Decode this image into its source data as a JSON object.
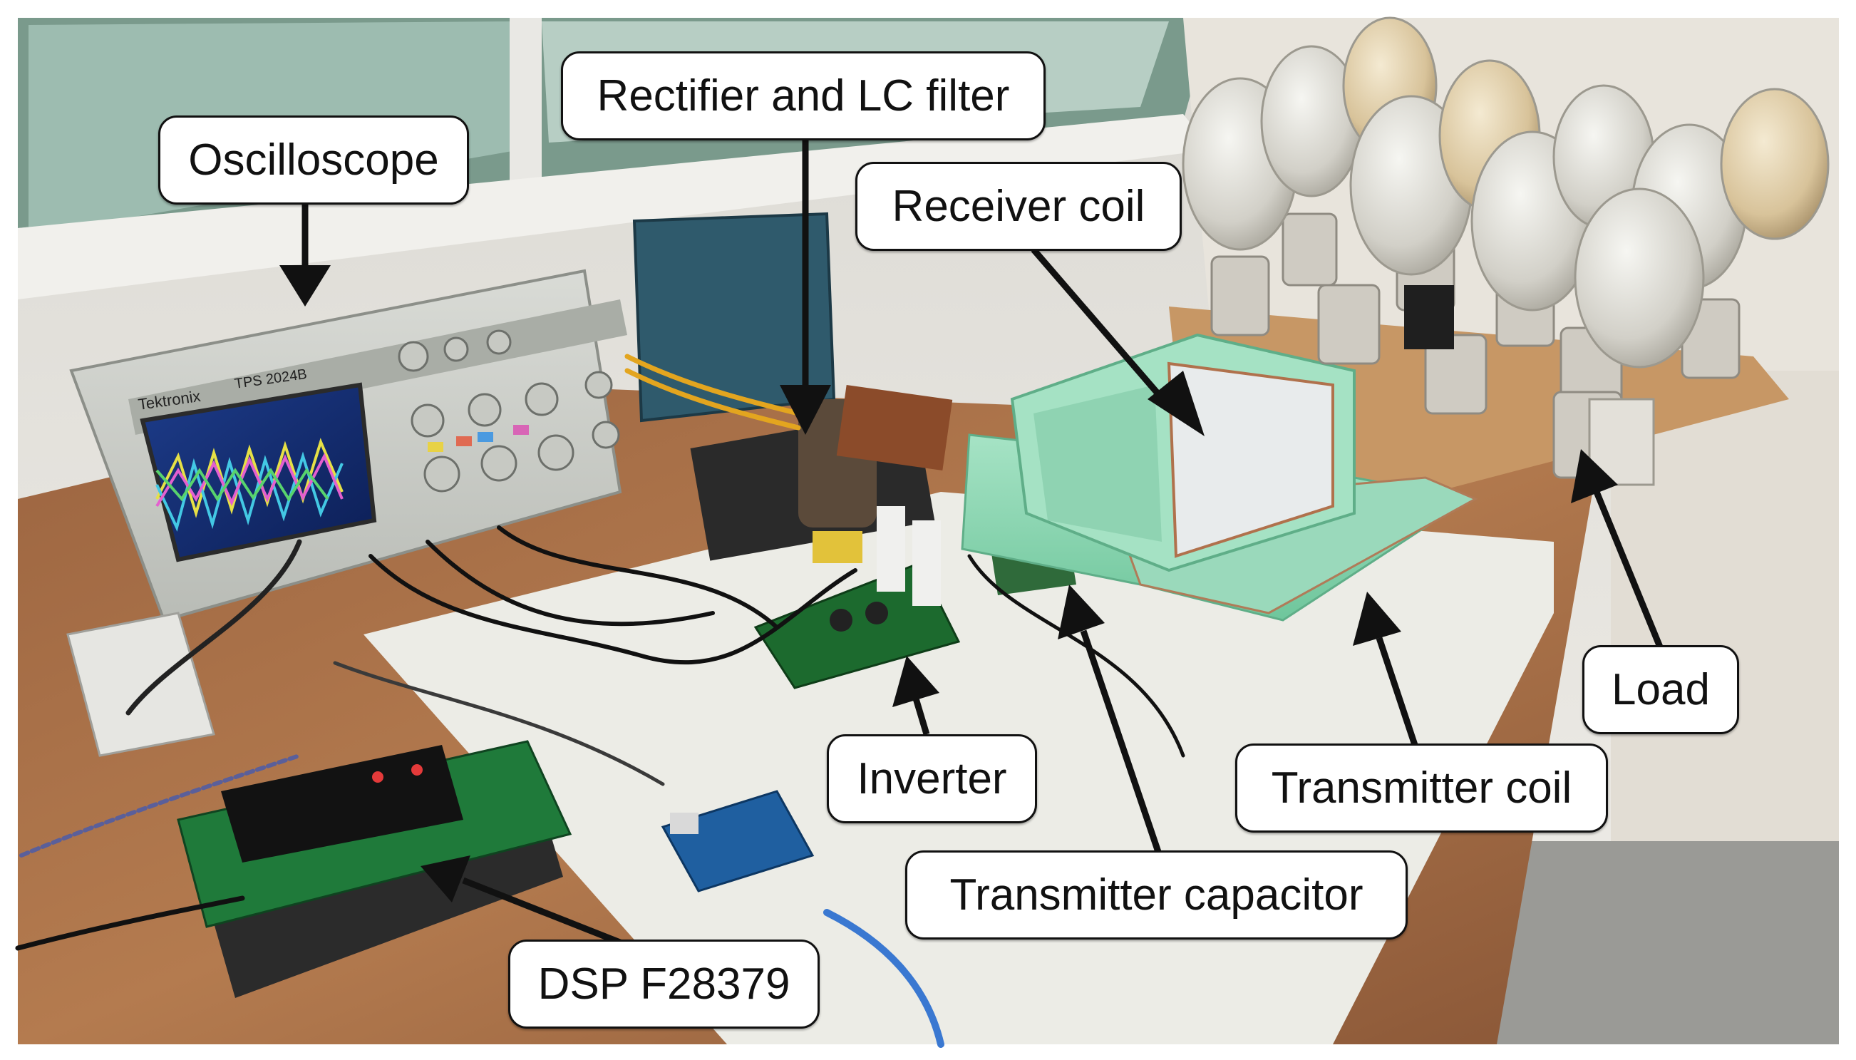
{
  "figure": {
    "callouts": {
      "oscilloscope": "Oscilloscope",
      "rectifier": "Rectifier and LC filter",
      "receiver_coil": "Receiver coil",
      "load": "Load",
      "inverter": "Inverter",
      "transmitter_coil": "Transmitter coil",
      "transmitter_capacitor": "Transmitter capacitor",
      "dsp": "DSP F28379"
    },
    "oscilloscope_screen": {
      "brand": "Tektronix",
      "model": "TPS 2024B"
    }
  },
  "colors": {
    "callout_border": "#111111",
    "arrow": "#111111",
    "foam": "#8ed8b4",
    "table": "#b07548",
    "pcb": "#1c6a2e",
    "wall": "#e9e6e0"
  }
}
